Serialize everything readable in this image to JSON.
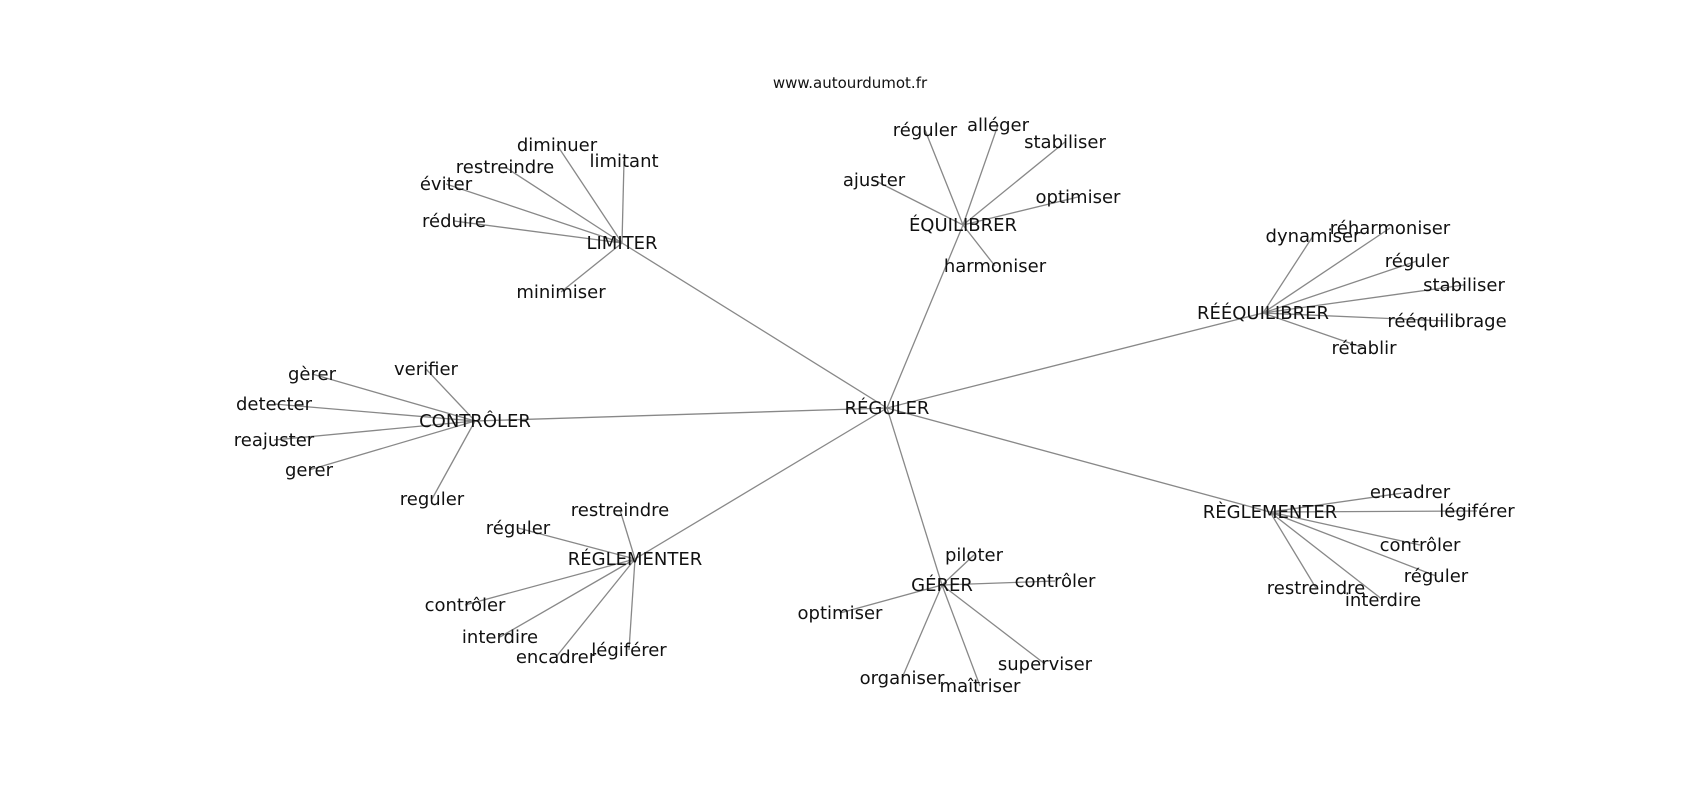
{
  "source": "www.autourdumot.fr",
  "center": "RÉGULER",
  "edge_color": "#888888",
  "groups": [
    {
      "hub": "LIMITER",
      "words": [
        "diminuer",
        "restreindre",
        "limitant",
        "éviter",
        "réduire",
        "minimiser"
      ]
    },
    {
      "hub": "ÉQUILIBRER",
      "words": [
        "réguler",
        "alléger",
        "stabiliser",
        "ajuster",
        "optimiser",
        "harmoniser"
      ]
    },
    {
      "hub": "RÉÉQUILIBRER",
      "words": [
        "dynamiser",
        "réharmoniser",
        "réguler",
        "stabiliser",
        "rééquilibrage",
        "rétablir"
      ]
    },
    {
      "hub": "CONTRÔLER",
      "words": [
        "gèrer",
        "verifier",
        "detecter",
        "reajuster",
        "gerer",
        "reguler"
      ]
    },
    {
      "hub": "RÉGLEMENTER",
      "words": [
        "restreindre",
        "réguler",
        "contrôler",
        "interdire",
        "encadrer",
        "légiférer"
      ]
    },
    {
      "hub": "GÉRER",
      "words": [
        "piloter",
        "contrôler",
        "optimiser",
        "organiser",
        "maîtriser",
        "superviser"
      ]
    },
    {
      "hub": "RÈGLEMENTER",
      "words": [
        "encadrer",
        "légiférer",
        "contrôler",
        "réguler",
        "restreindre",
        "interdire"
      ]
    }
  ]
}
